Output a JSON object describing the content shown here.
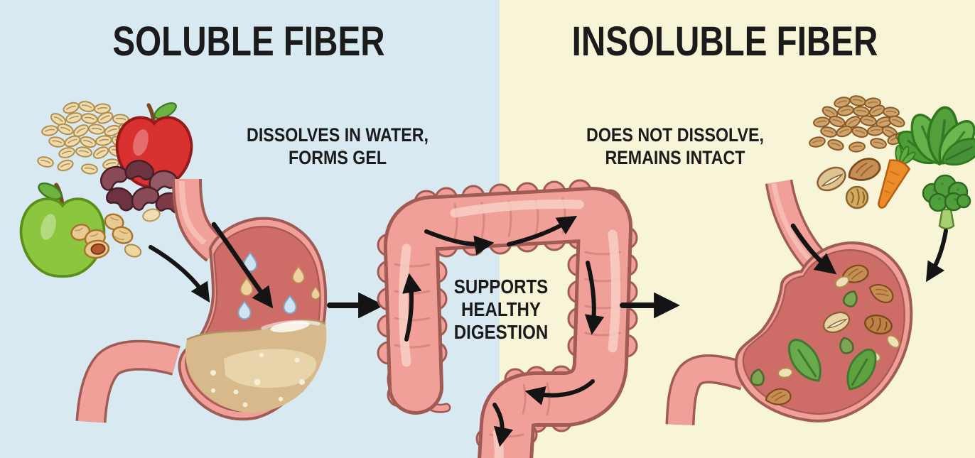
{
  "infographic": {
    "left_panel": {
      "title": "SOLUBLE FIBER",
      "description": "DISSOLVES IN WATER,\nFORMS GEL",
      "food_icons": [
        "oats-icon",
        "red-apple-icon",
        "green-apple-icon",
        "kidney-beans-icon",
        "peanuts-icon"
      ],
      "organ_icon": "stomach-with-gel-icon",
      "background_color": "#d8e9f2"
    },
    "right_panel": {
      "title": "INSOLUBLE FIBER",
      "description": "DOES NOT DISSOLVE,\nREMAINS INTACT",
      "food_icons": [
        "wheat-grains-icon",
        "leafy-greens-icon",
        "pistachio-icon",
        "almond-icon",
        "walnut-icon",
        "carrot-icon",
        "broccoli-icon"
      ],
      "organ_icon": "stomach-with-intact-fiber-icon",
      "background_color": "#f8f4d8"
    },
    "center": {
      "label": "SUPPORTS\nHEALTHY\nDIGESTION",
      "organ_icon": "large-intestine-icon"
    },
    "colors": {
      "background_left": "#d8e9f2",
      "background_right": "#f8f4d8",
      "organ_fill": "#f0a099",
      "organ_outline": "#a05b55",
      "organ_inner": "#ce6c68",
      "gel": "#d7b98c",
      "arrow": "#141414",
      "text": "#1b1b1b"
    }
  }
}
